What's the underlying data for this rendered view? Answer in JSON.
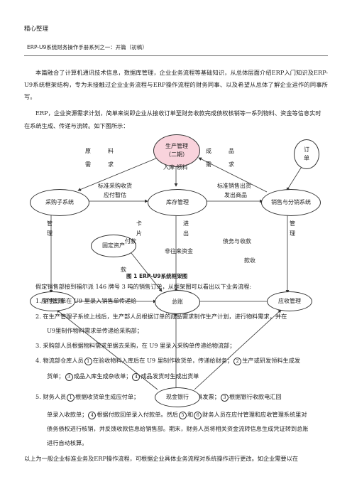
{
  "header": {
    "title": "精心整理"
  },
  "doc": {
    "subtitle": "ERP-U9系统财务操作手册系列之一：开篇（初稿）",
    "intro": "本篇融合了计算机通讯技术信息，数据库管理，企业业务流程等基础知识，从总体层面介绍ERP入门知识及ERP-U9系统框架结构，专为未接触过企业业务流程与ERP操作流程的财务同事、以及希望从总体了解企业运作的同事所写。",
    "erp_line1": "ERP，企业资源需求计划，简单来说即企业从接收订单至财务收款完成债权核销等一系列物料、资金等信息实时",
    "erp_line2": "在系统生成、传递与流转。如下图所示：",
    "figure_caption": "图 1    ERP-U9系统框架图",
    "example_line": "假定销售部接到福尔派 146 牌号 3 吨的销售订单，从框架图可以看出以下业务流程:",
    "step1_overlap": "1.   销售订单在 U9 里录入销售单传递给",
    "step2a": "2.      在生产管理子系统上线后，生产部人员根据订单的成品需求制作生产计划，进行物料需求，并在",
    "step2b": "U9里制作物料需求单传递给采购部；",
    "step3": "3.   采购部人员根据物料需求单据去采购，在 U9 里录入采购单传递给物流部；",
    "step4a": "4.   物流部仓库人员",
    "step4b": "在验收物料入库后在 U9 里制作收货单，传递给财务；",
    "step4c": "生产或研发领料生成发",
    "step4d": "货单；",
    "step4e": "成品入库生成杂收单；",
    "step4f": "成品发货时生成出货单",
    "step5a": "5.   财务人员",
    "step5b": "根据收货单生成应付单；",
    "step5c": "应收单并开具发票；",
    "step5d": "根据银行收款电汇回",
    "step5e": "单录入收款单；",
    "step5f": "根据付款回单录入付款单。然后",
    "step5g": "和",
    "step5h": "财务人员在应付管理和应收管理系统里对",
    "step5i": "债务债权进行核销，并反馈收款信息给销售部。期末，财务人员将相关资金流转信息生成凭证转到总账",
    "step5j": "进行自动核算。",
    "closing": "以上为一般企业标准业务及ERP操作流程，可根据企业具体业务流程对系统操作进行更改。如企业需要以在",
    "circle_nums": [
      "1",
      "2",
      "3",
      "4",
      "5",
      "6"
    ]
  },
  "diagram": {
    "nodes": {
      "production": "生产管理（二期）",
      "purchase": "采购子系统",
      "inventory": "库存管理",
      "sales": "销售与分销系统",
      "order": "订单",
      "fixed_assets": "固定资产",
      "payables": "应付管理",
      "ledger": "总账",
      "receivables": "应收管理",
      "bank": "现金银行"
    },
    "labels": {
      "raw_material": "原料需求",
      "product_demand": "成品需求",
      "stock_in_out": "入库  领料",
      "std_purchase": "标准采购收货",
      "payable_est": "应付暂估",
      "std_sales": "标准销售出货",
      "issue_goods": "发出商品",
      "mgmt_left": "管理",
      "mgmt_right": "管理",
      "card": "卡片",
      "in_out": "进出",
      "debt_collection": "债务与收款",
      "funds_hint": "非往来资金",
      "pay_hint": "付款",
      "receive_hint": "款收",
      "stub_left": "款"
    }
  },
  "colors": {
    "pink_node": "#f9d3dc",
    "line": "#333333"
  }
}
